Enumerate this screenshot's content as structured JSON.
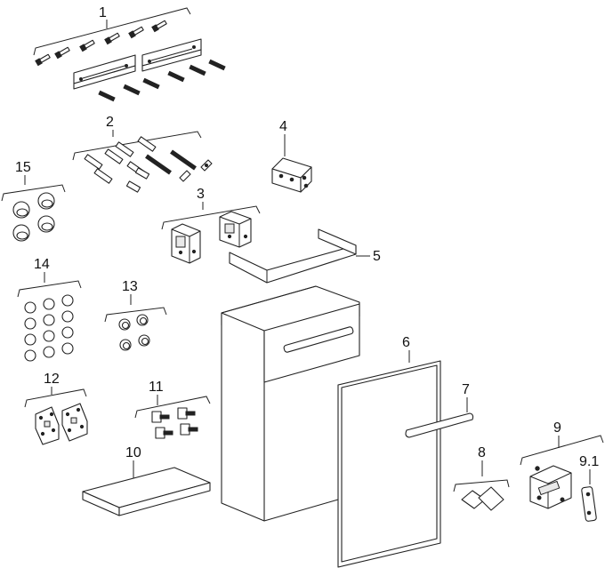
{
  "callouts": {
    "c1": "1",
    "c2": "2",
    "c3": "3",
    "c4": "4",
    "c5": "5",
    "c6": "6",
    "c7": "7",
    "c8": "8",
    "c9": "9",
    "c9_1": "9.1",
    "c10": "10",
    "c11": "11",
    "c12": "12",
    "c13": "13",
    "c14": "14",
    "c15": "15"
  }
}
